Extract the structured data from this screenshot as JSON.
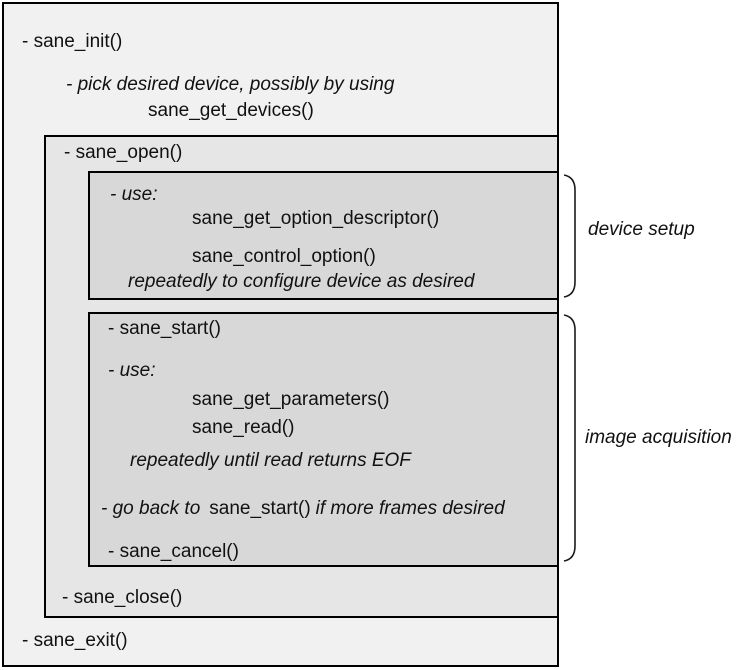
{
  "colors": {
    "page_bg": "#ffffff",
    "outer_box_bg": "#f1f1f1",
    "middle_box_bg": "#e6e6e6",
    "inner_box_bg": "#d8d8d8",
    "border": "#000000",
    "text": "#111111"
  },
  "diagram": {
    "sane_init": "- sane_init()",
    "pick_device_line1": "- pick desired device, possibly by using",
    "pick_device_line2": "sane_get_devices()",
    "sane_open": "- sane_open()",
    "device_setup": {
      "use": "- use:",
      "fn_get_option_descriptor": "sane_get_option_descriptor()",
      "fn_control_option": "sane_control_option()",
      "note": "repeatedly to configure device as desired",
      "label": "device setup"
    },
    "image_acquisition": {
      "sane_start": "- sane_start()",
      "use": "- use:",
      "fn_get_parameters": "sane_get_parameters()",
      "fn_read": "sane_read()",
      "note": "repeatedly until read returns EOF",
      "go_back_prefix": "- go back to",
      "go_back_fn": "sane_start()",
      "go_back_suffix": "if more frames desired",
      "sane_cancel": "- sane_cancel()",
      "label": "image acquisition"
    },
    "sane_close": "- sane_close()",
    "sane_exit": "- sane_exit()"
  }
}
